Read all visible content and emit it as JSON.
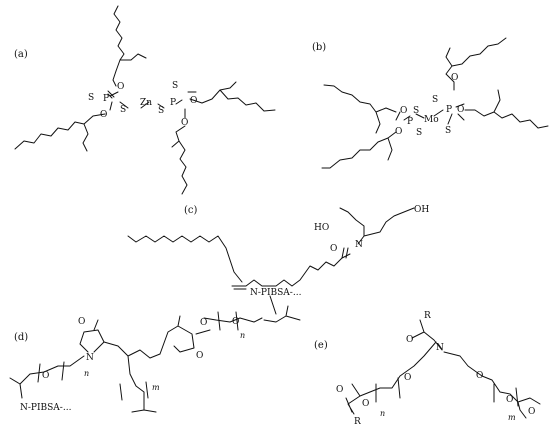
{
  "figure": {
    "panels": {
      "a": {
        "label": "(a)",
        "atoms": {
          "zn": "Zn"
        }
      },
      "b": {
        "label": "(b)",
        "atoms": {
          "mo": "Mo"
        }
      },
      "c": {
        "label": "(c)",
        "atoms": {
          "oh": "OH",
          "ho": "HO"
        }
      },
      "d": {
        "label": "(d)",
        "labels": {
          "pibsa": "N-PIBSA-..."
        }
      },
      "e": {
        "label": "(e)",
        "atoms": {
          "r": "R"
        }
      }
    },
    "atoms": {
      "s": "S",
      "p": "P",
      "o": "O",
      "n": "N"
    },
    "subscripts": {
      "n": "n",
      "m": "m"
    }
  }
}
